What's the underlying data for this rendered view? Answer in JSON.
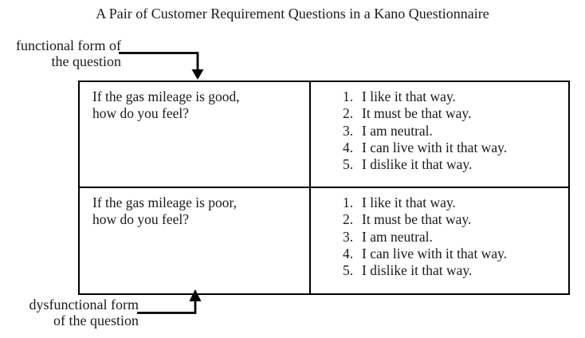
{
  "title": "A Pair of Customer Requirement Questions in a Kano Questionnaire",
  "annotations": {
    "functional": {
      "line1": "functional form of",
      "line2": "the question"
    },
    "dysfunctional": {
      "line1": "dysfunctional form",
      "line2": "of the question"
    }
  },
  "table": {
    "rows": [
      {
        "question_line1": "If the gas mileage is good,",
        "question_line2": "how do you feel?",
        "options": [
          {
            "num": "1.",
            "text": "I like it that way."
          },
          {
            "num": "2.",
            "text": "It must be that way."
          },
          {
            "num": "3.",
            "text": "I am neutral."
          },
          {
            "num": "4.",
            "text": "I can live with it that way."
          },
          {
            "num": "5.",
            "text": "I dislike it that way."
          }
        ]
      },
      {
        "question_line1": "If the gas mileage is poor,",
        "question_line2": "how do you feel?",
        "options": [
          {
            "num": "1.",
            "text": "I like it that way."
          },
          {
            "num": "2.",
            "text": "It must be that way."
          },
          {
            "num": "3.",
            "text": "I am neutral."
          },
          {
            "num": "4.",
            "text": "I can live with it that way."
          },
          {
            "num": "5.",
            "text": "I dislike it that way."
          }
        ]
      }
    ]
  },
  "colors": {
    "text": "#1a1a1a",
    "line": "#000000",
    "background": "#ffffff"
  }
}
